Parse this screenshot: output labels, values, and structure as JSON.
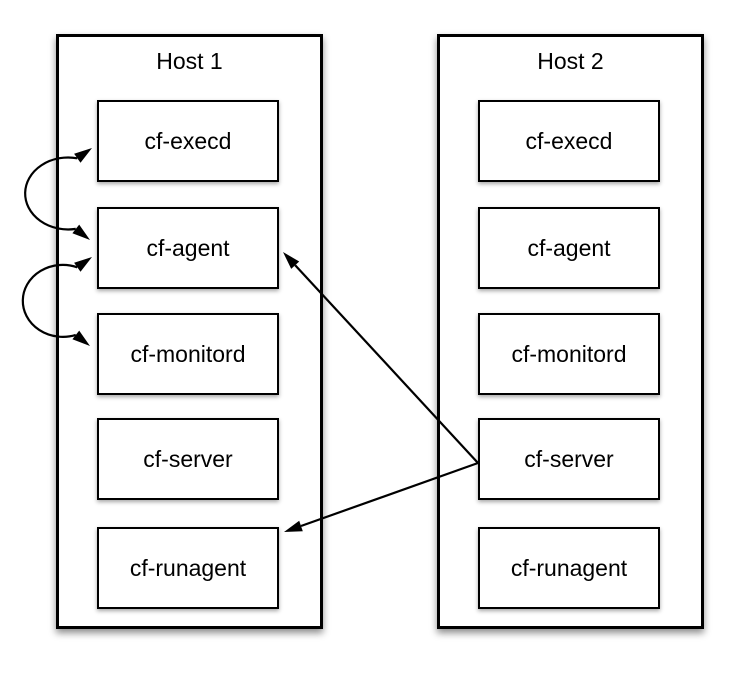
{
  "diagram": {
    "title": "",
    "line_color": "#000000",
    "box_background": "#ffffff",
    "page_background": "#ffffff",
    "hosts": [
      {
        "title": "Host 1",
        "components": [
          "cf-execd",
          "cf-agent",
          "cf-monitord",
          "cf-server",
          "cf-runagent"
        ]
      },
      {
        "title": "Host 2",
        "components": [
          "cf-execd",
          "cf-agent",
          "cf-monitord",
          "cf-server",
          "cf-runagent"
        ]
      }
    ],
    "connections": [
      {
        "from": "Host 1 / cf-execd",
        "to": "Host 1 / cf-agent",
        "style": "curved",
        "bidirectional": true
      },
      {
        "from": "Host 1 / cf-agent",
        "to": "Host 1 / cf-monitord",
        "style": "curved",
        "bidirectional": true
      },
      {
        "from": "Host 2 / cf-server",
        "to": "Host 1 / cf-agent",
        "style": "straight",
        "bidirectional": false
      },
      {
        "from": "Host 2 / cf-server",
        "to": "Host 1 / cf-runagent",
        "style": "straight",
        "bidirectional": false
      }
    ]
  }
}
